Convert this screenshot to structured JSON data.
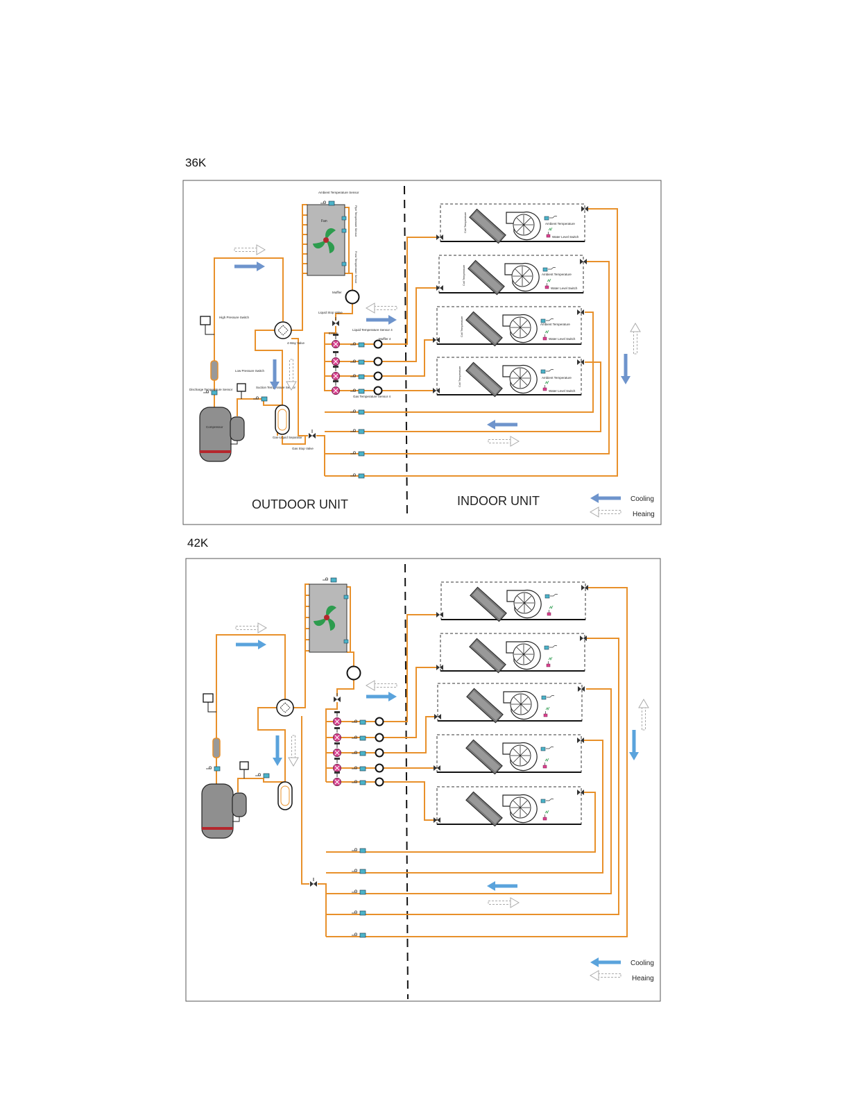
{
  "diagrams": [
    {
      "heading": "36K",
      "outdoor_title": "OUTDOOR UNIT",
      "indoor_title": "INDOOR UNIT",
      "legend": {
        "cooling": "Cooling",
        "heating": "Heaing"
      },
      "labels": {
        "ambient_sensor": "Ambient Temperature Sensor",
        "pipe_sensor": "Pipe Temperature Sensor",
        "fan": "Fan",
        "frost_sensor": "Frost Temperature Sensor",
        "muffler": "Muffler",
        "liquid_stop_valve": "Liquid Stop Valve",
        "high_pressure_switch": "High Pressure Switch",
        "four_way_valve": "4-Way Valve",
        "exv": "EXV  4",
        "liquid_temp_sensor": "Liquid Temperature Sensor  4",
        "muffler_4": "Muffler  4",
        "low_pressure_switch": "Low Pressure Switch",
        "suction_sensor": "Suction Temperature Sensor",
        "discharge_sensor": "Discharge Temperature Sensor",
        "compressor": "Compressor",
        "gas_liquid_separator": "Gas-Liquid Separator",
        "gas_temp_sensor": "Gas Temperature Sensor  4",
        "gas_stop_valve": "Gas Stop Valve",
        "coil_temp": "Coil Temperature",
        "indoor_ambient": "Ambient Temperature",
        "water_level_switch": "Water Level Switch"
      }
    },
    {
      "heading": "42K",
      "legend": {
        "cooling": "Cooling",
        "heating": "Heaing"
      }
    }
  ],
  "colors": {
    "pipe": "#e8902a",
    "cooling_arrow": "#6e94cc",
    "cooling_arrow_42": "#5aa3dc",
    "sensor": "#4bb3c9",
    "valve_pink": "#d9428f",
    "compressor": "#8f8f8f",
    "band": "#b5272d",
    "fan_green": "#2d9c4e"
  },
  "icons": [
    "fan-icon",
    "compressor-icon",
    "four-way-valve-icon",
    "stop-valve-icon",
    "exv-icon",
    "muffler-icon",
    "blower-icon",
    "sensor-icon",
    "switch-icon"
  ]
}
